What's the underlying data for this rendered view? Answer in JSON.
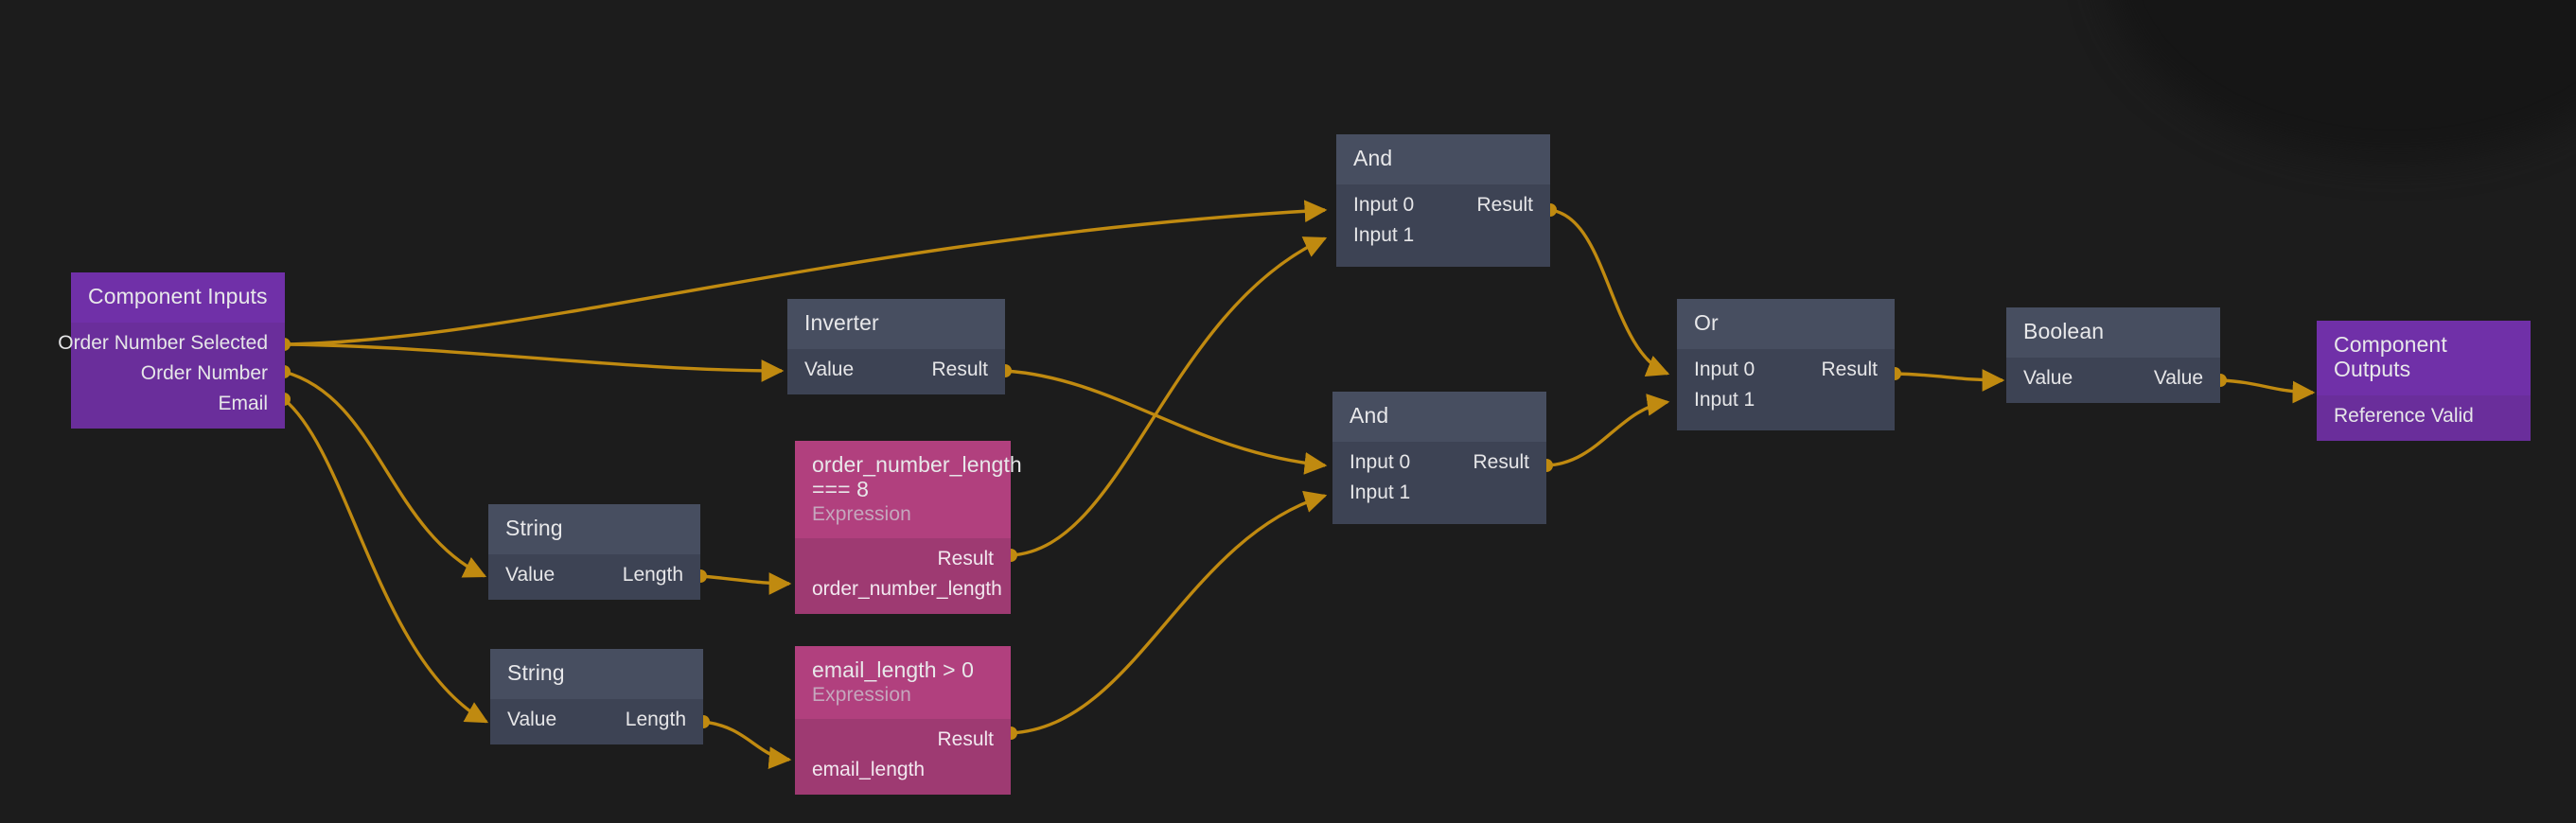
{
  "graph": {
    "title": "Reference Valid logic graph",
    "background_color": "#1c1c1c",
    "wire_color": "#c08a10",
    "palette": {
      "slate_header": "#474e60",
      "slate_body": "#3d4354",
      "purple_header": "#7030a8",
      "purple_body": "#6a2e9b",
      "magenta_header": "#b1407e",
      "magenta_body": "#9e3a72"
    }
  },
  "nodes": {
    "component_inputs": {
      "title": "Component Inputs",
      "outputs": [
        "Order Number Selected",
        "Order Number",
        "Email"
      ]
    },
    "inverter": {
      "title": "Inverter",
      "input": "Value",
      "output": "Result"
    },
    "string_order_number": {
      "title": "String",
      "input": "Value",
      "output": "Length"
    },
    "string_email": {
      "title": "String",
      "input": "Value",
      "output": "Length"
    },
    "expr_order_number_length": {
      "title": "order_number_length === 8",
      "subtitle": "Expression",
      "output": "Result",
      "input": "order_number_length"
    },
    "expr_email_length": {
      "title": "email_length > 0",
      "subtitle": "Expression",
      "output": "Result",
      "input": "email_length"
    },
    "and_top": {
      "title": "And",
      "inputs": [
        "Input 0",
        "Input 1"
      ],
      "output": "Result"
    },
    "and_bottom": {
      "title": "And",
      "inputs": [
        "Input 0",
        "Input 1"
      ],
      "output": "Result"
    },
    "or": {
      "title": "Or",
      "inputs": [
        "Input 0",
        "Input 1"
      ],
      "output": "Result"
    },
    "boolean": {
      "title": "Boolean",
      "input": "Value",
      "output": "Value"
    },
    "component_outputs": {
      "title": "Component Outputs",
      "inputs": [
        "Reference Valid"
      ]
    }
  },
  "connections": [
    {
      "from": "component_inputs.Order Number Selected",
      "to": "and_top.Input 0"
    },
    {
      "from": "component_inputs.Order Number Selected",
      "to": "inverter.Value"
    },
    {
      "from": "component_inputs.Order Number",
      "to": "string_order_number.Value"
    },
    {
      "from": "component_inputs.Email",
      "to": "string_email.Value"
    },
    {
      "from": "inverter.Result",
      "to": "and_bottom.Input 0"
    },
    {
      "from": "string_order_number.Length",
      "to": "expr_order_number_length.order_number_length"
    },
    {
      "from": "string_email.Length",
      "to": "expr_email_length.email_length"
    },
    {
      "from": "expr_order_number_length.Result",
      "to": "and_top.Input 1"
    },
    {
      "from": "expr_email_length.Result",
      "to": "and_bottom.Input 1"
    },
    {
      "from": "and_top.Result",
      "to": "or.Input 0"
    },
    {
      "from": "and_bottom.Result",
      "to": "or.Input 1"
    },
    {
      "from": "or.Result",
      "to": "boolean.Value"
    },
    {
      "from": "boolean.Value",
      "to": "component_outputs.Reference Valid"
    }
  ]
}
